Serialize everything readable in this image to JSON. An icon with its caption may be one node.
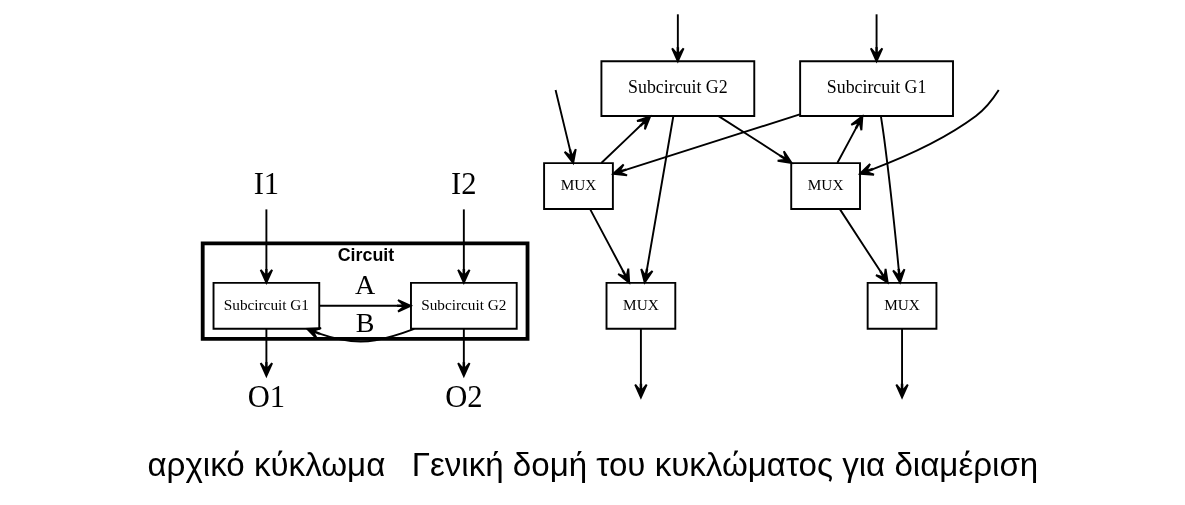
{
  "diagram": {
    "nodes": [
      {
        "text": [
          "Circuit"
        ]
      },
      {
        "text": [
          "Subcircuit G1"
        ],
        "in": 0
      },
      {
        "text": [
          "Subcircuit G2"
        ],
        "in": 0
      },
      {
        "text": [
          "I1"
        ]
      },
      {
        "text": [
          "I2"
        ]
      },
      {
        "text": [
          "O1"
        ]
      },
      {
        "text": [
          "O2"
        ]
      },
      {
        "text": [
          "Subcircuit G1"
        ]
      },
      {
        "text": [
          "MUX"
        ]
      },
      {
        "text": [
          "MUX"
        ]
      },
      {
        "text": [
          "Subcircuit G2"
        ]
      },
      {
        "text": [
          "MUX"
        ]
      },
      {
        "text": [
          "MUX"
        ]
      }
    ],
    "edges": [
      {
        "from": 3,
        "to": 1,
        "arrow": "to"
      },
      {
        "from": 4,
        "to": 2,
        "arrow": "to"
      },
      {
        "from": 1,
        "to": 2,
        "arrow": "to",
        "label": "A"
      },
      {
        "from": 2,
        "to": 1,
        "arrow": "to",
        "label": "B"
      },
      {
        "from": 1,
        "to": 5,
        "arrow": "to"
      },
      {
        "from": 2,
        "to": 6,
        "arrow": "to"
      },
      {
        "from": null,
        "to": 7,
        "arrow": "to"
      },
      {
        "from": null,
        "to": 8,
        "arrow": "to"
      },
      {
        "from": 7,
        "to": 8,
        "arrow": "to"
      },
      {
        "from": 8,
        "to": 10,
        "arrow": "to"
      },
      {
        "from": 8,
        "to": 12,
        "arrow": "to"
      },
      {
        "from": null,
        "to": 10,
        "arrow": "to"
      },
      {
        "from": null,
        "to": 9,
        "arrow": "to"
      },
      {
        "from": 10,
        "to": 9,
        "arrow": "to"
      },
      {
        "from": 9,
        "to": 7,
        "arrow": "to"
      },
      {
        "from": 9,
        "to": 11,
        "arrow": "to"
      },
      {
        "from": 7,
        "to": 11,
        "arrow": "to"
      },
      {
        "from": 10,
        "to": 12,
        "arrow": "to"
      },
      {
        "from": 11,
        "to": null,
        "arrow": "to"
      },
      {
        "from": 12,
        "to": null,
        "arrow": "to"
      }
    ],
    "labels": [
      "αρχικό κύκλωμα",
      "Γενική δομή του κυκλώματος για διαμέριση"
    ]
  }
}
